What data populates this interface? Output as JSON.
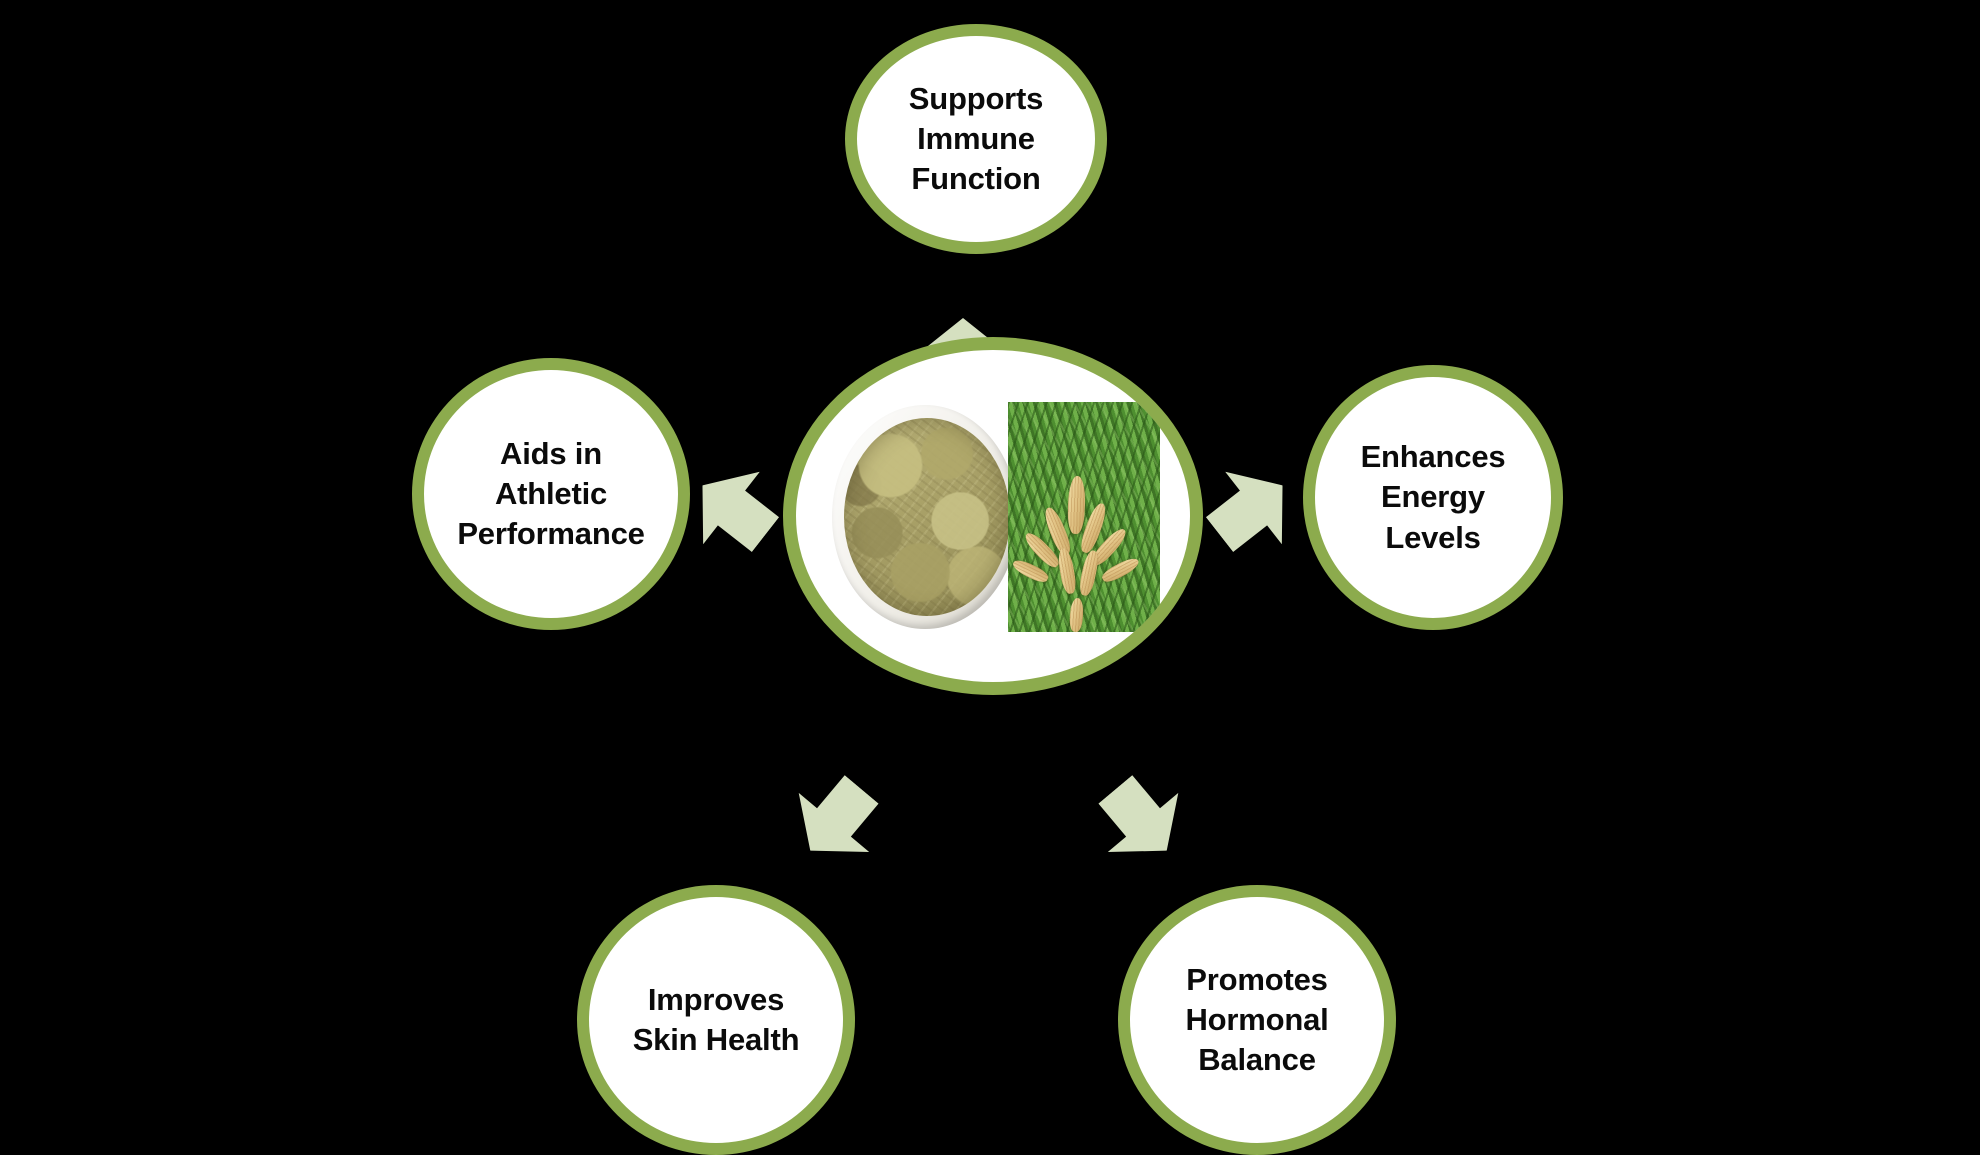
{
  "diagram": {
    "type": "radial-hub-and-spoke",
    "background_color": "#000000",
    "ring_color": "#8CAB4D",
    "bubble_fill_color": "#FFFFFF",
    "arrow_color": "#D5E0C0",
    "text_color": "#0B0B0B"
  },
  "center": {
    "name": "pine-pollen",
    "image_description": "Bowl of olive-khaki pine pollen powder beside pine pollen cones on green pine needles",
    "powder_color": "#A8A067",
    "needle_color": "#4E8F30",
    "cone_color": "#E2C486"
  },
  "benefits": [
    {
      "id": "immune",
      "label": "Supports Immune Function",
      "position": "top"
    },
    {
      "id": "energy",
      "label": "Enhances Energy Levels",
      "position": "right"
    },
    {
      "id": "hormonal",
      "label": "Promotes Hormonal Balance",
      "position": "bottom-right"
    },
    {
      "id": "skin",
      "label": "Improves Skin Health",
      "position": "bottom-left"
    },
    {
      "id": "athletic",
      "label": "Aids in Athletic Performance",
      "position": "left"
    }
  ],
  "arrows": [
    {
      "id": "arrow-immune",
      "points_to": "immune",
      "direction": "up"
    },
    {
      "id": "arrow-energy",
      "points_to": "energy",
      "direction": "up-right"
    },
    {
      "id": "arrow-hormonal",
      "points_to": "hormonal",
      "direction": "down-right"
    },
    {
      "id": "arrow-skin",
      "points_to": "skin",
      "direction": "down-left"
    },
    {
      "id": "arrow-athletic",
      "points_to": "athletic",
      "direction": "up-left"
    }
  ]
}
